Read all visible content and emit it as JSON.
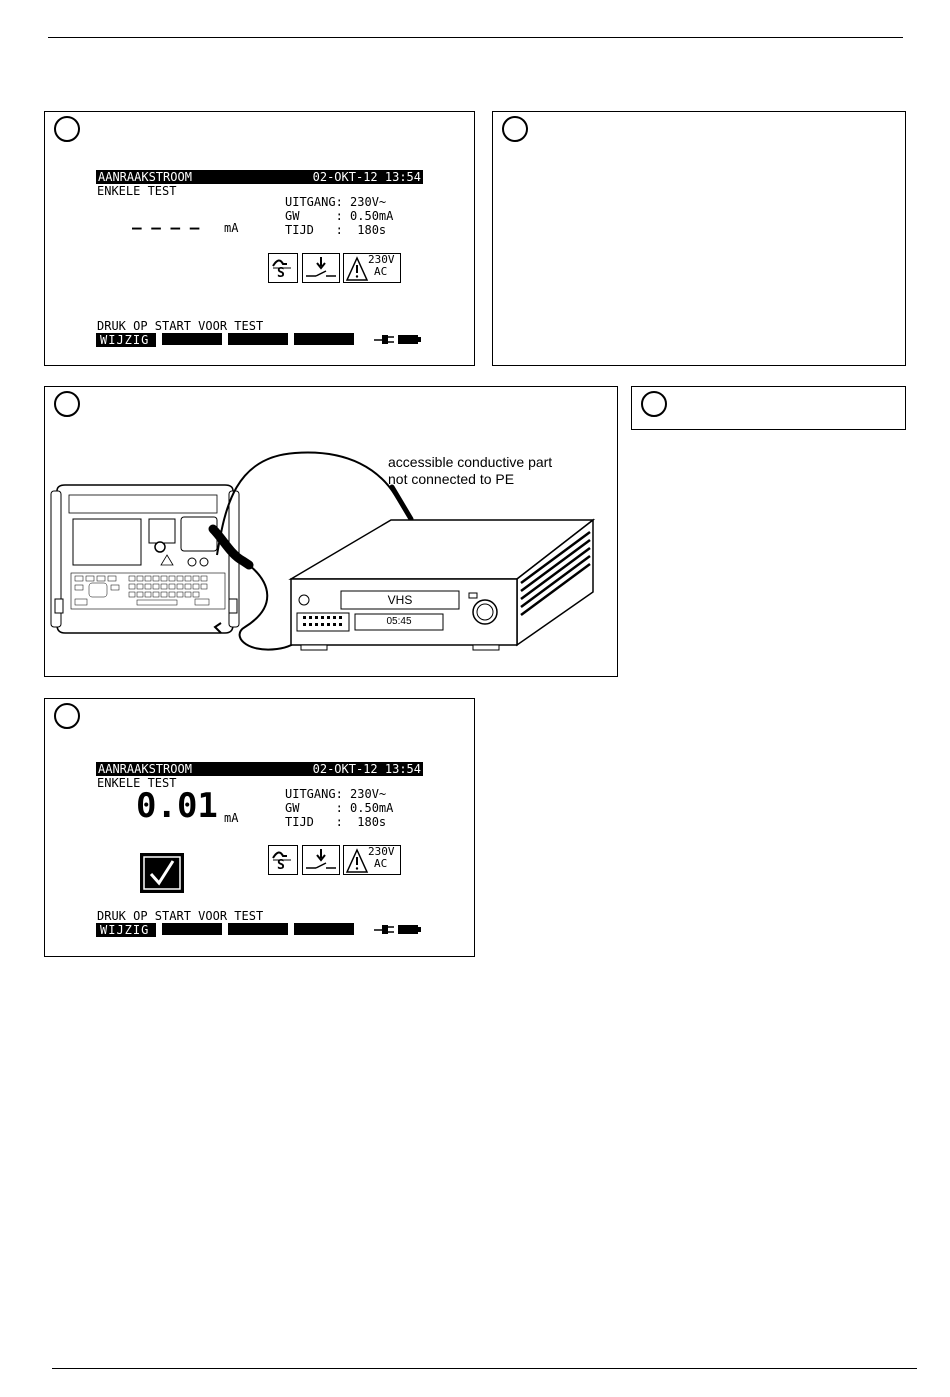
{
  "screens": [
    {
      "header_title": "AANRAAKSTROOM",
      "header_datetime": "02-OKT-12 13:54",
      "mode": "ENKELE TEST",
      "reading_value": "— — — —",
      "reading_unit": "mA",
      "output_line": "UITGANG: 230V~",
      "limit_line": "GW     : 0.50mA",
      "time_line": "TIJD   :  180s",
      "icon_voltage": "230V",
      "icon_ac": "AC",
      "icon_s": "S",
      "prompt": "DRUK OP START VOOR TEST",
      "softkey_1": "WIJZIG"
    },
    {
      "header_title": "AANRAAKSTROOM",
      "header_datetime": "02-OKT-12 13:54",
      "mode": "ENKELE TEST",
      "reading_value": "0.01",
      "reading_unit": "mA",
      "output_line": "UITGANG: 230V~",
      "limit_line": "GW     : 0.50mA",
      "time_line": "TIJD   :  180s",
      "icon_voltage": "230V",
      "icon_ac": "AC",
      "icon_s": "S",
      "prompt": "DRUK OP START VOOR TEST",
      "softkey_1": "WIJZIG"
    }
  ],
  "diagram": {
    "caption_line1": "accessible conductive part",
    "caption_line2": "not connected to PE",
    "vcr_label": "VHS",
    "vcr_clock": "05:45"
  }
}
